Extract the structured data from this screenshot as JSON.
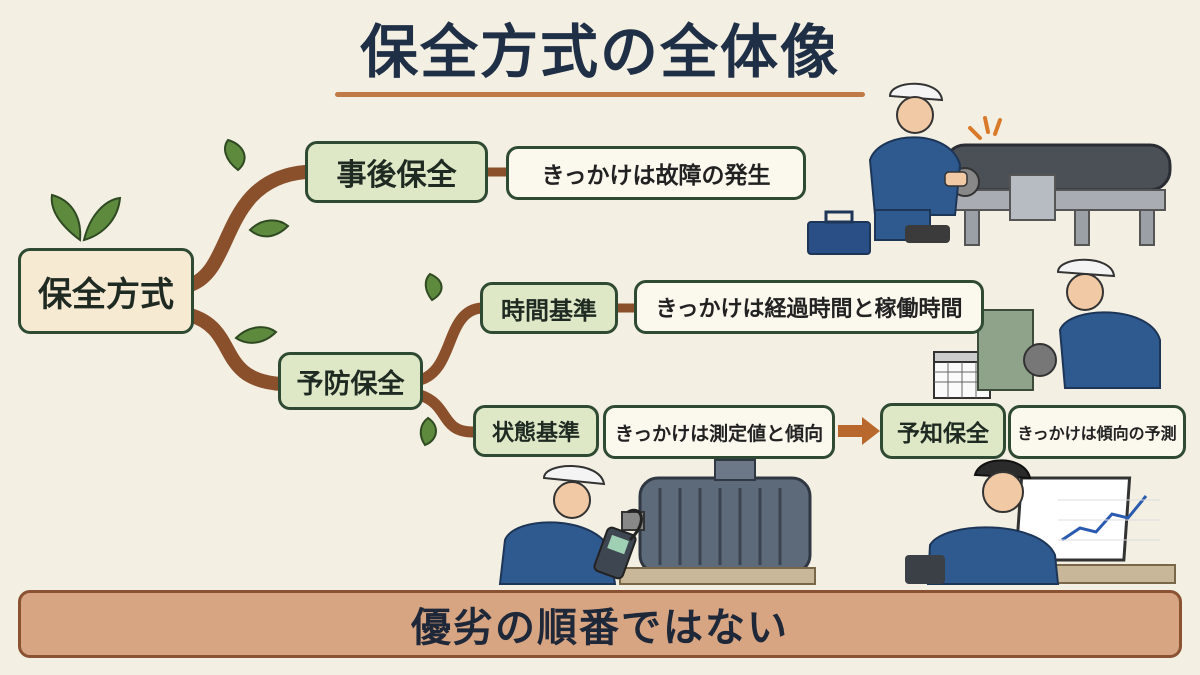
{
  "title": "保全方式の全体像",
  "root": {
    "label": "保全方式"
  },
  "corrective": {
    "label": "事後保全",
    "trigger": "きっかけは故障の発生"
  },
  "preventive": {
    "label": "予防保全"
  },
  "time_based": {
    "label": "時間基準",
    "trigger": "きっかけは経過時間と稼働時間"
  },
  "condition_based": {
    "label": "状態基準",
    "trigger": "きっかけは測定値と傾向"
  },
  "predictive": {
    "label": "予知保全",
    "trigger": "きっかけは傾向の予測"
  },
  "footer": {
    "message": "優劣の順番ではない"
  },
  "colors": {
    "background": "#f3efe2",
    "title": "#1f2f46",
    "accent": "#c07a45",
    "node_fill": "#dfe8c6",
    "node_border": "#2f4a33",
    "branch": "#8a4f2b",
    "leaf": "#5e8a3e",
    "worker_uniform": "#2f5a90",
    "banner_fill": "#d8a583"
  },
  "icons": [
    "leaf-icon",
    "arrow-right-icon",
    "worker-illustration",
    "conveyor-illustration",
    "toolbox-icon",
    "calendar-icon",
    "motor-illustration",
    "tester-icon",
    "trend-chart-icon"
  ]
}
